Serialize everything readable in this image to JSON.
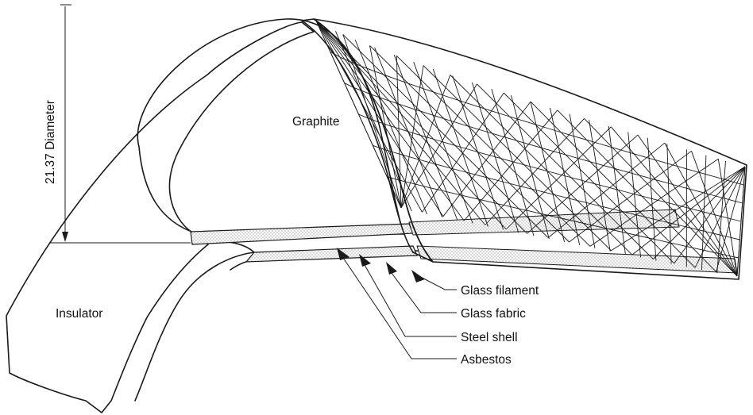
{
  "labels": {
    "graphite": "Graphite",
    "insulator": "Insulator",
    "diameter": "21.37 Diameter",
    "glass_filament": "Glass filament",
    "glass_fabric": "Glass fabric",
    "steel_shell": "Steel shell",
    "asbestos": "Asbestos"
  },
  "colors": {
    "ink": "#1a1a1a",
    "paper": "#ffffff",
    "stipple": "#c8c8c8"
  }
}
